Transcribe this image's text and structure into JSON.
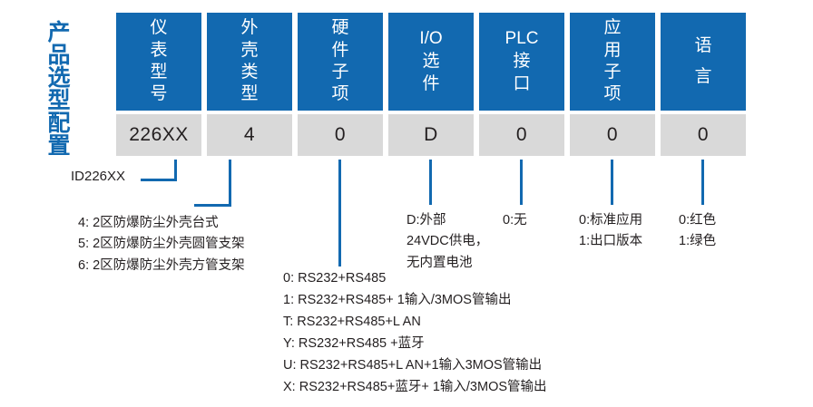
{
  "page": {
    "title_vertical": "产品选型配置",
    "accent_color": "#1269b0",
    "value_box_color": "#d9d9d9",
    "text_color": "#231f20"
  },
  "columns": [
    {
      "key": "model",
      "header_lines": [
        "仪",
        "表",
        "型",
        "号"
      ],
      "header_text": "仪表型号",
      "value": "226XX"
    },
    {
      "key": "enclosure",
      "header_lines": [
        "外",
        "壳",
        "类",
        "型"
      ],
      "header_text": "外壳类型",
      "value": "4"
    },
    {
      "key": "hardware",
      "header_lines": [
        "硬",
        "件",
        "子",
        "项"
      ],
      "header_text": "硬件子项",
      "value": "0"
    },
    {
      "key": "io",
      "header_lines": [
        "I/O",
        "选",
        "件"
      ],
      "header_text": "I/O选件",
      "value": "D"
    },
    {
      "key": "plc",
      "header_lines": [
        "PLC",
        "接",
        "口"
      ],
      "header_text": "PLC接口",
      "value": "0"
    },
    {
      "key": "application",
      "header_lines": [
        "应",
        "用",
        "子",
        "项"
      ],
      "header_text": "应用子项",
      "value": "0"
    },
    {
      "key": "language",
      "header_lines": [
        "语",
        "言"
      ],
      "header_text": "语言",
      "value": "0"
    }
  ],
  "annotations": {
    "model": {
      "lines": [
        "ID226XX"
      ]
    },
    "enclosure": {
      "lines": [
        "4: 2区防爆防尘外壳台式",
        "5: 2区防爆防尘外壳圆管支架",
        "6: 2区防爆防尘外壳方管支架"
      ]
    },
    "hardware": {
      "lines": [
        "0: RS232+RS485",
        "1: RS232+RS485+ 1输入/3MOS管输出",
        "T: RS232+RS485+L AN",
        "Y: RS232+RS485 +蓝牙",
        "U: RS232+RS485+L AN+1输入3MOS管输出",
        "X: RS232+RS485+蓝牙+ 1输入/3MOS管输出"
      ]
    },
    "io": {
      "lines": [
        "D:外部",
        "24VDC供电，",
        "无内置电池"
      ]
    },
    "plc": {
      "lines": [
        "0:无"
      ]
    },
    "application": {
      "lines": [
        "0:标准应用",
        "1:出口版本"
      ]
    },
    "language": {
      "lines": [
        "0:红色",
        "1:绿色"
      ]
    }
  }
}
